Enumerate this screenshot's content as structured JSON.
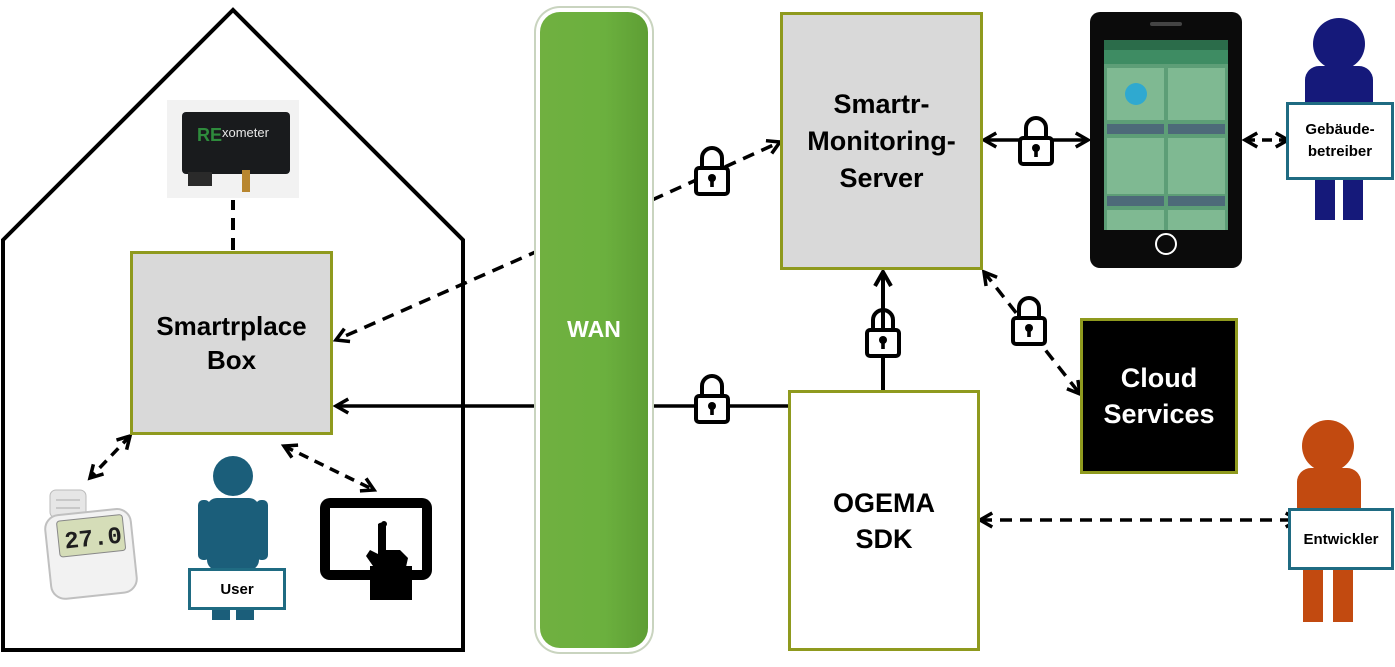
{
  "nodes": {
    "smartrplace_box": "Smartrplace\nBox",
    "monitoring_server": "Smartr-\nMonitoring-\nServer",
    "ogema_sdk": "OGEMA\nSDK",
    "cloud_services": "Cloud\nServices",
    "wan": "WAN"
  },
  "people": {
    "user": "User",
    "operator": "Gebäude-\nbetreiber",
    "developer": "Entwickler"
  },
  "devices": {
    "rexometer": {
      "brand_re": "RE",
      "brand_rest": "xometer"
    },
    "thermostat_display": "27.0"
  },
  "colors": {
    "box_border": "#8f9a1e",
    "box_fill": "#d9d9d9",
    "wan_green": "#6bb03e",
    "user_blue": "#1b5e7a",
    "operator_navy": "#15197a",
    "developer_orange": "#c24a10",
    "tag_border": "#1f6b82"
  }
}
